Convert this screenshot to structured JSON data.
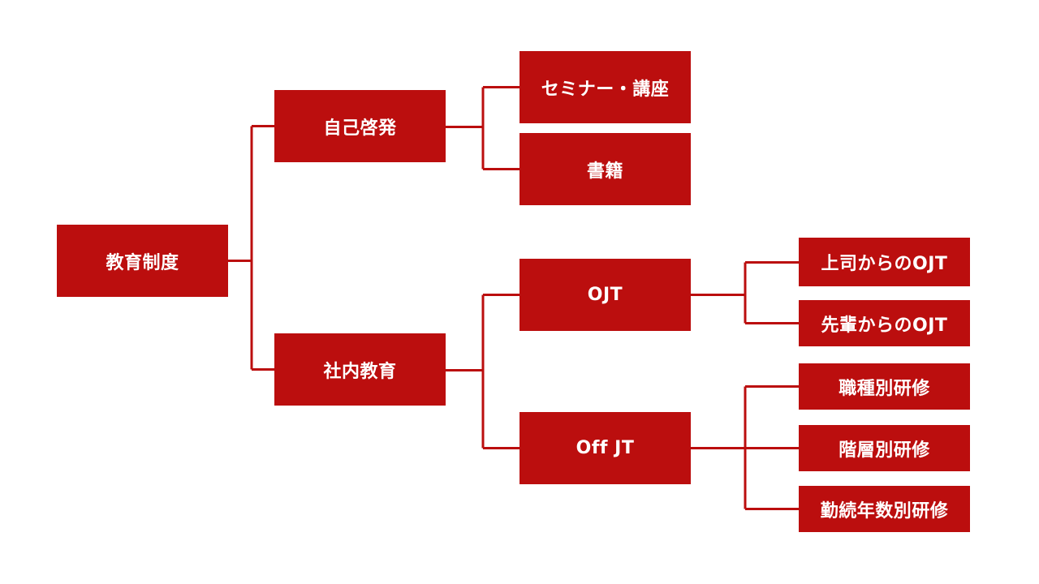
{
  "colors": {
    "node_fill": "#bb0e0e",
    "connector": "#bb0e0e",
    "text": "#ffffff",
    "background": "#ffffff"
  },
  "diagram": {
    "root": "教育制度",
    "self_development": {
      "label": "自己啓発",
      "children": [
        "セミナー・講座",
        "書籍"
      ]
    },
    "in_house": {
      "label": "社内教育",
      "ojt": {
        "label": "OJT",
        "children": [
          "上司からのOJT",
          "先輩からのOJT"
        ]
      },
      "off_jt": {
        "label": "Off JT",
        "children": [
          "職種別研修",
          "階層別研修",
          "勤続年数別研修"
        ]
      }
    }
  }
}
